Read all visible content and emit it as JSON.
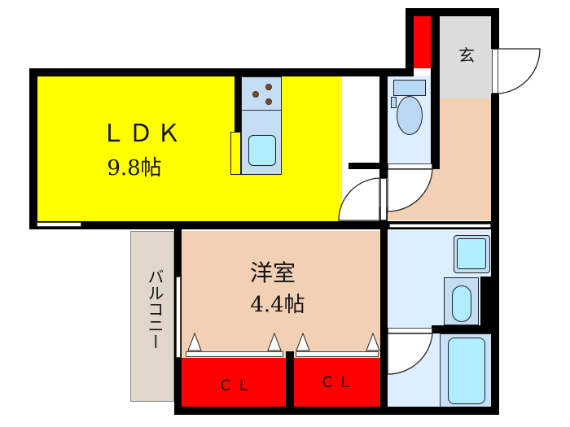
{
  "plan": {
    "type": "apartment floor plan",
    "layout": "1LDK"
  },
  "rooms": {
    "ldk": {
      "name": "ＬＤＫ",
      "size": "9.8帖",
      "color": "#ffff00"
    },
    "western": {
      "name": "洋室",
      "size": "4.4帖",
      "color": "#f2d0b4"
    },
    "entrance": {
      "name": "玄",
      "color": "#dcdcdc"
    },
    "balcony": {
      "name": "バルコニー",
      "color": "#e0d6cc"
    },
    "closet_1": {
      "name": "ＣＬ",
      "color": "#ff0000"
    },
    "closet_2": {
      "name": "ＣＬ",
      "color": "#ff0000"
    },
    "hallway": {
      "color": "#f2d0b4"
    },
    "toilet": {
      "color": "#ddeeff"
    },
    "washroom": {
      "color": "#ddeeff"
    },
    "bathroom": {
      "color": "#ddeeff"
    },
    "shoe_storage": {
      "color": "#ff0000"
    }
  },
  "colors": {
    "wall": "#000000",
    "fixture": "#b8d8f4",
    "fixture_inner": "#aeeeff",
    "stove_burner": "#8b4513"
  }
}
